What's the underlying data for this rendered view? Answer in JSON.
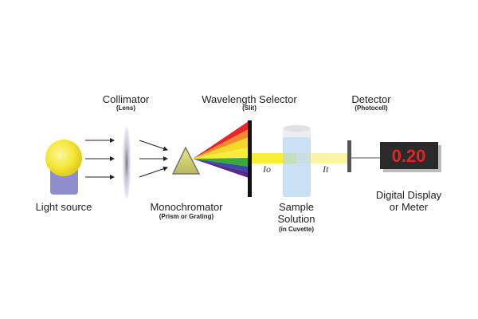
{
  "labels": {
    "light_source": "Light source",
    "collimator": "Collimator",
    "collimator_sub": "(Lens)",
    "monochromator": "Monochromator",
    "monochromator_sub": "(Prism or Grating)",
    "wavelength_selector": "Wavelength Selector",
    "wavelength_selector_sub": "(Slit)",
    "sample_line1": "Sample",
    "sample_line2": "Solution",
    "sample_sub": "(in Cuvette)",
    "detector": "Detector",
    "detector_sub": "(Photocell)",
    "display_line1": "Digital Display",
    "display_line2": "or Meter",
    "incident_intensity": "Io",
    "transmitted_intensity": "It"
  },
  "display": {
    "reading": "0.20"
  },
  "colors": {
    "bulb": "#f4e83a",
    "base": "#8e8ecc",
    "beam": "#f7ee3a",
    "reading": "#e02424",
    "display_bg": "#2a2a2a"
  }
}
